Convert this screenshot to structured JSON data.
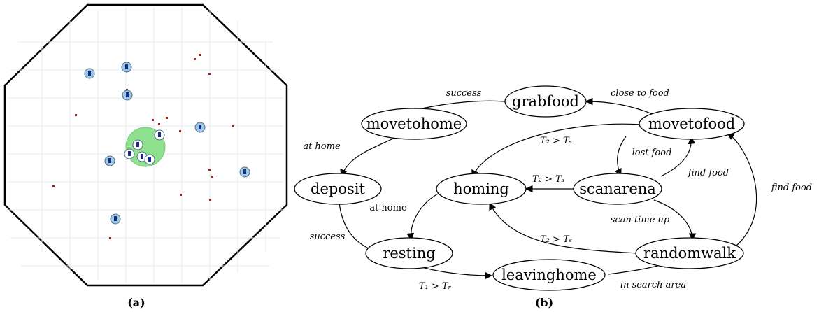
{
  "captions": {
    "a": "(a)",
    "b": "(b)"
  },
  "arena": {
    "shape": "octagon",
    "nest_color": "#8fe08f",
    "food_color": "#a0201a",
    "robot_color": "#9ec9e3"
  },
  "fsm": {
    "states": {
      "grabfood": "grabfood",
      "movetohome": "movetohome",
      "movetofood": "movetofood",
      "deposit": "deposit",
      "homing": "homing",
      "scanarena": "scanarena",
      "resting": "resting",
      "randomwalk": "randomwalk",
      "leavinghome": "leavinghome"
    },
    "transitions": {
      "success_top": "success",
      "close_to_food": "close to food",
      "at_home_italic": "at home",
      "t2_ts_upper": "T₂ > Tₛ",
      "lost_food": "lost food",
      "t2_ts_mid": "T₂ > Tₛ",
      "find_food_mid": "find food",
      "find_food_right": "find food",
      "at_home_upright": "at home",
      "success_bottom": "success",
      "scan_time_up": "scan time up",
      "t2_ts_lower": "T₂ > Tₛ",
      "t1_tr": "T₁ > Tᵣ",
      "in_search_area": "in search area"
    }
  }
}
